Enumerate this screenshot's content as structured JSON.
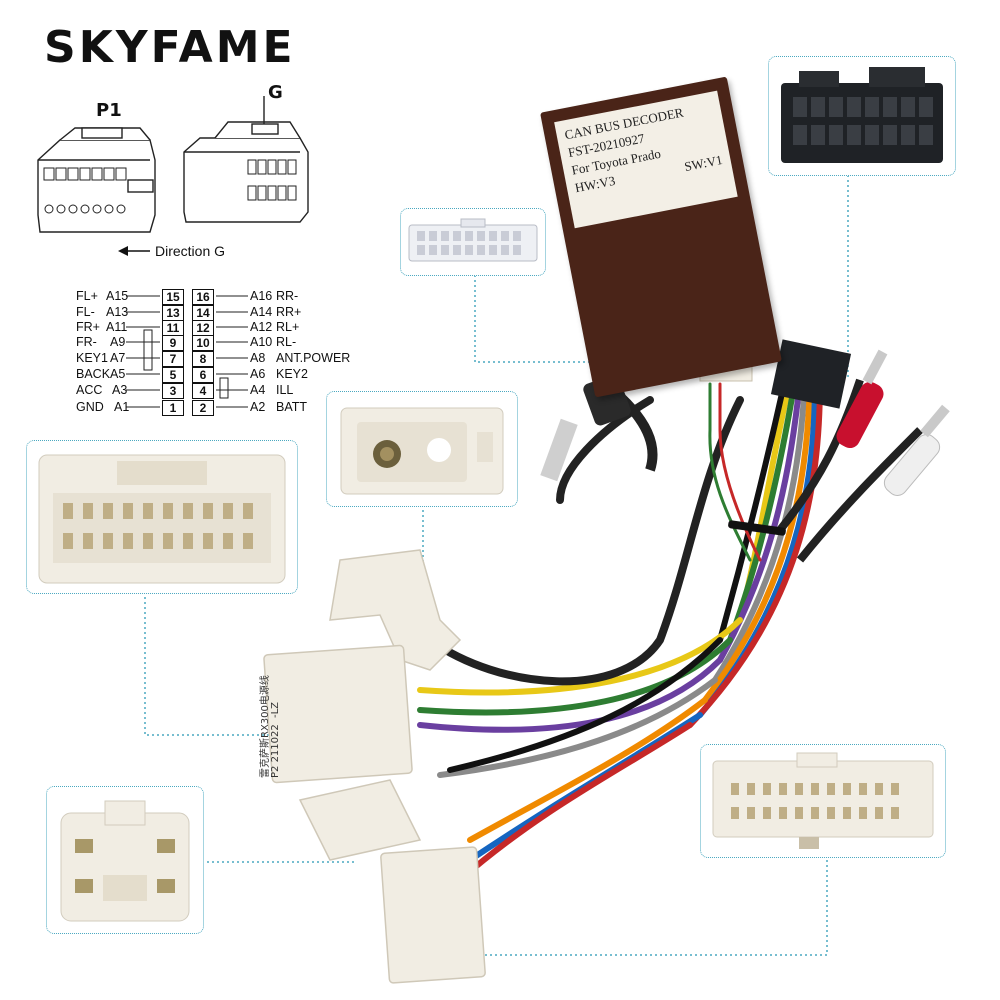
{
  "brand": {
    "name": "SKYFAME"
  },
  "connectors": {
    "p1_label": "P1",
    "g_label": "G",
    "direction_text": "Direction G"
  },
  "pinout": {
    "left": [
      {
        "signal": "FL+",
        "pin": "A15",
        "num": "15"
      },
      {
        "signal": "FL-",
        "pin": "A13",
        "num": "13"
      },
      {
        "signal": "FR+",
        "pin": "A11",
        "num": "11"
      },
      {
        "signal": "FR-",
        "pin": "A9",
        "num": "9"
      },
      {
        "signal": "KEY1",
        "pin": "A7",
        "num": "7"
      },
      {
        "signal": "BACK",
        "pin": "A5",
        "num": "5"
      },
      {
        "signal": "ACC",
        "pin": "A3",
        "num": "3"
      },
      {
        "signal": "GND",
        "pin": "A1",
        "num": "1"
      }
    ],
    "right": [
      {
        "num": "16",
        "pin": "A16",
        "signal": "RR-"
      },
      {
        "num": "14",
        "pin": "A14",
        "signal": "RR+"
      },
      {
        "num": "12",
        "pin": "A12",
        "signal": "RL+"
      },
      {
        "num": "10",
        "pin": "A10",
        "signal": "RL-"
      },
      {
        "num": "8",
        "pin": "A8",
        "signal": "ANT.POWER"
      },
      {
        "num": "6",
        "pin": "A6",
        "signal": "KEY2"
      },
      {
        "num": "4",
        "pin": "A4",
        "signal": "ILL"
      },
      {
        "num": "2",
        "pin": "A2",
        "signal": "BATT"
      }
    ]
  },
  "decoder": {
    "line1": "CAN BUS DECODER",
    "line2": "FST-20210927",
    "line3": "For Toyota Prado",
    "hw": "HW:V3",
    "sw": "SW:V1"
  },
  "harness_label": {
    "line1": "雷克萨斯RX300电源线",
    "line2": "P2 211022",
    "line3": "-LZ"
  },
  "colors": {
    "decoder_body": "#4a2418",
    "connector_white": "#f1ede3",
    "callout_border": "#4aa8c0",
    "rca_red": "#c8102e"
  }
}
